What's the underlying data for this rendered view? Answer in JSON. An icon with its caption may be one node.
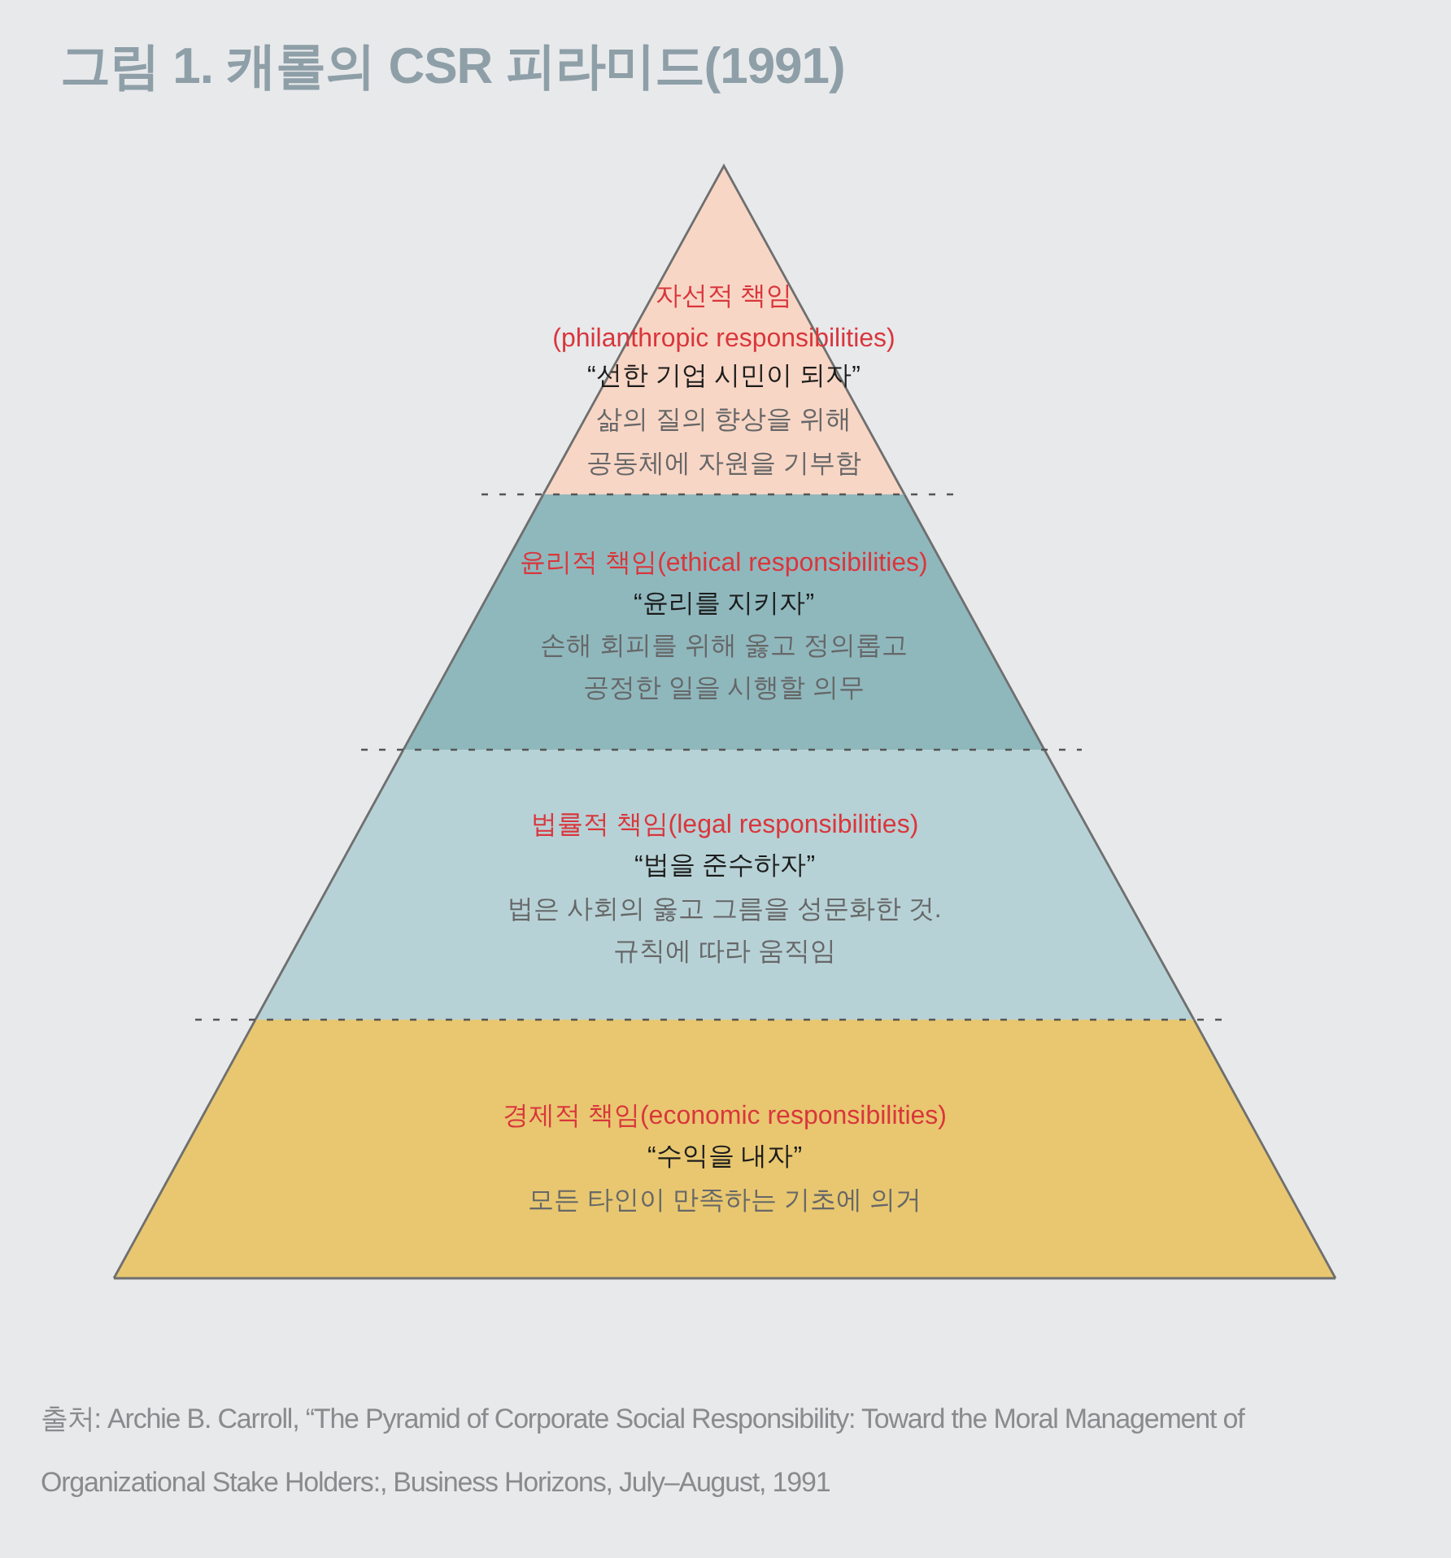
{
  "diagram": {
    "title": "그림 1. 캐롤의 CSR 피라미드(1991)",
    "nodes": [
      {
        "text": [
          "자선적 책임 (philanthropic responsibilities)",
          "“선한 기업 시민이 되자”",
          "삶의 질의 향상을 위해 공동체에 자원을 기부함"
        ]
      },
      {
        "text": [
          "윤리적 책임(ethical responsibilities)",
          "“윤리를 지키자”",
          "손해 회피를 위해 옳고 정의롭고 공정한 일을 시행할 의무"
        ]
      },
      {
        "text": [
          "법률적 책임(legal responsibilities)",
          "“법을 준수하자”",
          "법은 사회의 옳고 그름을 성문화한 것. 규칙에 따라 움직임"
        ]
      },
      {
        "text": [
          "경제적 책임(economic responsibilities)",
          "“수익을 내자”",
          "모든 타인이 만족하는 기초에 의거"
        ]
      }
    ],
    "caption": "출처: Archie B. Carroll, “The Pyramid of Corporate Social Responsibility: Toward the Moral Management of Organizational Stake Holders:, Business Horizons, July–August, 1991"
  }
}
